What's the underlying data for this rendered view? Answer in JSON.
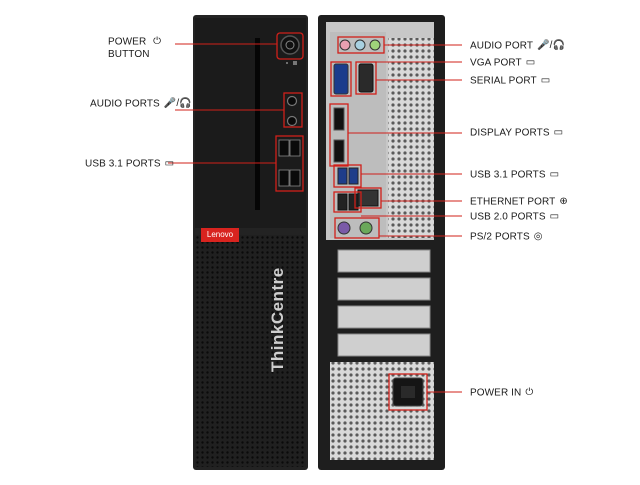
{
  "front": {
    "brand": "Lenovo",
    "model": "ThinkCentre"
  },
  "labels": {
    "power_button": [
      "POWER",
      "BUTTON"
    ],
    "audio_ports_front": "AUDIO PORTS",
    "usb31_front": "USB 3.1 PORTS",
    "audio_port_rear": "AUDIO PORT",
    "vga_port": "VGA PORT",
    "serial_port": "SERIAL PORT",
    "display_ports": "DISPLAY PORTS",
    "usb31_rear": "USB 3.1 PORTS",
    "ethernet_port": "ETHERNET PORT",
    "usb20_ports": "USB 2.0 PORTS",
    "ps2_ports": "PS/2 PORTS",
    "power_in": "POWER IN"
  },
  "icons": {
    "power": "⏻",
    "audio": "🎤/🎧",
    "usb": "▭",
    "vga": "▭",
    "serial": "▭",
    "display": "▭",
    "ethernet": "⊕",
    "ps2": "◎"
  },
  "colors": {
    "callout": "#d0201a",
    "case": "#1c1c1c",
    "rear_panel": "#c9c9c9"
  }
}
